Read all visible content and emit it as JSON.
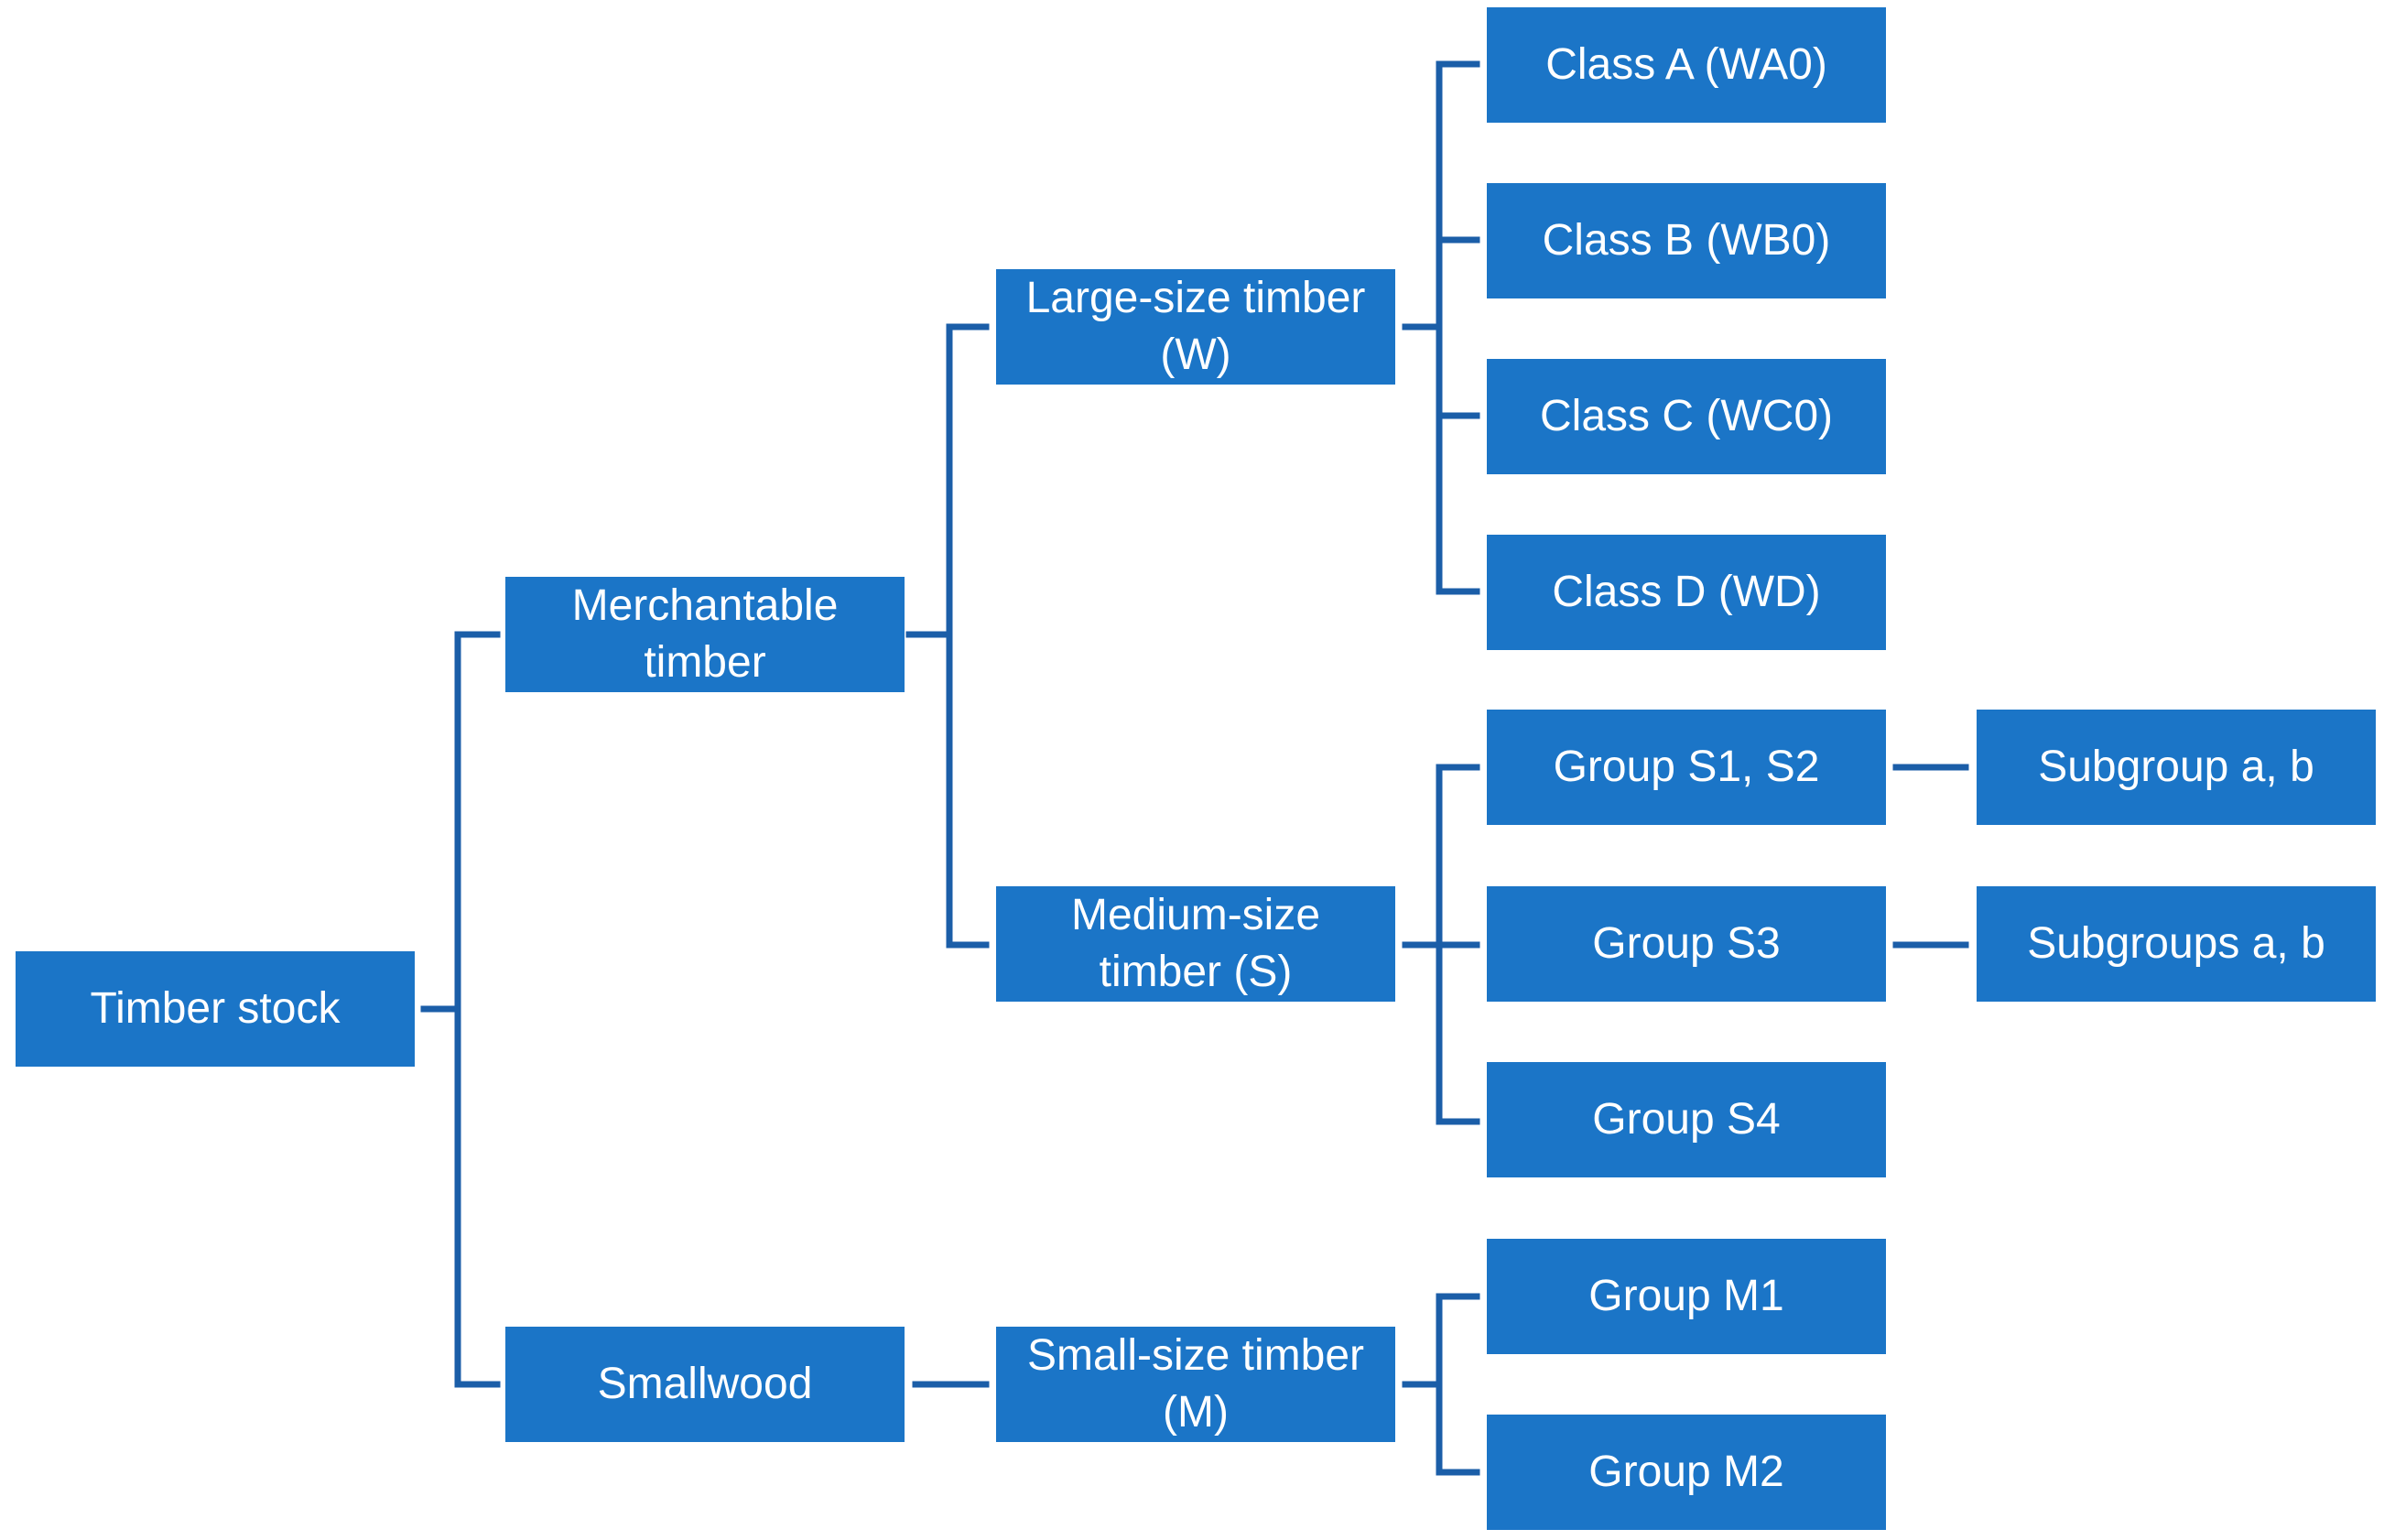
{
  "diagram": {
    "line_color": "#1b5ea8",
    "box_color": "#1b75c7",
    "text_color": "#ffffff",
    "nodes": {
      "timber_stock": "Timber stock",
      "merchantable": "Merchantable\ntimber",
      "smallwood": "Smallwood",
      "large_size": "Large-size timber\n(W)",
      "medium_size": "Medium-size\ntimber (S)",
      "small_size": "Small-size timber\n(M)",
      "class_a": "Class A (WA0)",
      "class_b": "Class B (WB0)",
      "class_c": "Class C (WC0)",
      "class_d": "Class D (WD)",
      "group_s1_s2": "Group S1, S2",
      "group_s3": "Group S3",
      "group_s4": "Group S4",
      "group_m1": "Group M1",
      "group_m2": "Group M2",
      "subgroup_ab": "Subgroup a, b",
      "subgroups_ab": "Subgroups a, b"
    }
  }
}
